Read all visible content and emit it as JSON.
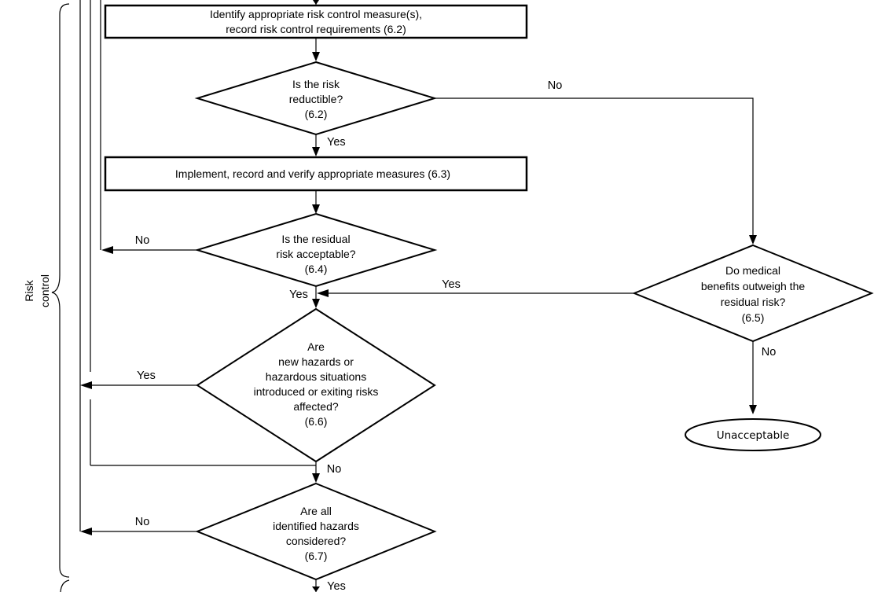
{
  "boxes": {
    "identify_measures": [
      "Identify appropriate risk control measure(s),",
      "record risk control requirements (6.2)"
    ],
    "implement_measures": [
      "Implement, record and verify appropriate measures (6.3)"
    ]
  },
  "decisions": {
    "risk_reducible": [
      "Is the risk",
      "reductible?",
      "(6.2)"
    ],
    "residual_acceptable": [
      "Is the residual",
      "risk acceptable?",
      "(6.4)"
    ],
    "medical_benefits": [
      "Do medical",
      "benefits outweigh the",
      "residual risk?",
      "(6.5)"
    ],
    "new_hazards": [
      "Are",
      "new hazards or",
      "hazardous situations",
      "introduced or exiting risks",
      "affected?",
      "(6.6)"
    ],
    "all_hazards": [
      "Are all",
      "identified hazards",
      "considered?",
      "(6.7)"
    ]
  },
  "terminal": {
    "unacceptable": "Unacceptable"
  },
  "edge_labels": {
    "reducible_no": "No",
    "reducible_yes": "Yes",
    "residual_no": "No",
    "residual_yes": "Yes",
    "benefits_yes": "Yes",
    "benefits_no": "No",
    "new_hazards_yes": "Yes",
    "new_hazards_no": "No",
    "all_hazards_no": "No",
    "all_hazards_yes": "Yes"
  },
  "side_label": [
    "Risk",
    "control"
  ]
}
